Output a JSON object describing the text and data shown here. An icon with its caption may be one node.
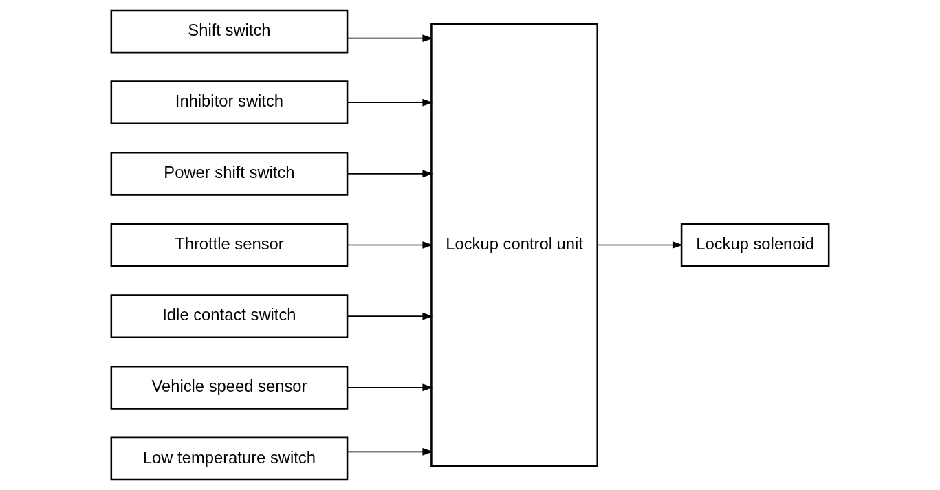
{
  "diagram": {
    "nodes": [
      {
        "text": [
          "Shift switch"
        ]
      },
      {
        "text": [
          "Inhibitor switch"
        ]
      },
      {
        "text": [
          "Power shift switch"
        ]
      },
      {
        "text": [
          "Throttle sensor"
        ]
      },
      {
        "text": [
          "Idle contact switch"
        ]
      },
      {
        "text": [
          "Vehicle speed sensor"
        ]
      },
      {
        "text": [
          "Low temperature switch"
        ]
      },
      {
        "text": [
          "Lockup control unit"
        ]
      },
      {
        "text": [
          "Lockup solenoid"
        ]
      }
    ],
    "edges": [
      {
        "from": 0,
        "to": 7,
        "arrow": "to"
      },
      {
        "from": 1,
        "to": 7,
        "arrow": "to"
      },
      {
        "from": 2,
        "to": 7,
        "arrow": "to"
      },
      {
        "from": 3,
        "to": 7,
        "arrow": "to"
      },
      {
        "from": 4,
        "to": 7,
        "arrow": "to"
      },
      {
        "from": 5,
        "to": 7,
        "arrow": "to"
      },
      {
        "from": 6,
        "to": 7,
        "arrow": "to"
      },
      {
        "from": 7,
        "to": 8,
        "arrow": "to"
      }
    ]
  }
}
